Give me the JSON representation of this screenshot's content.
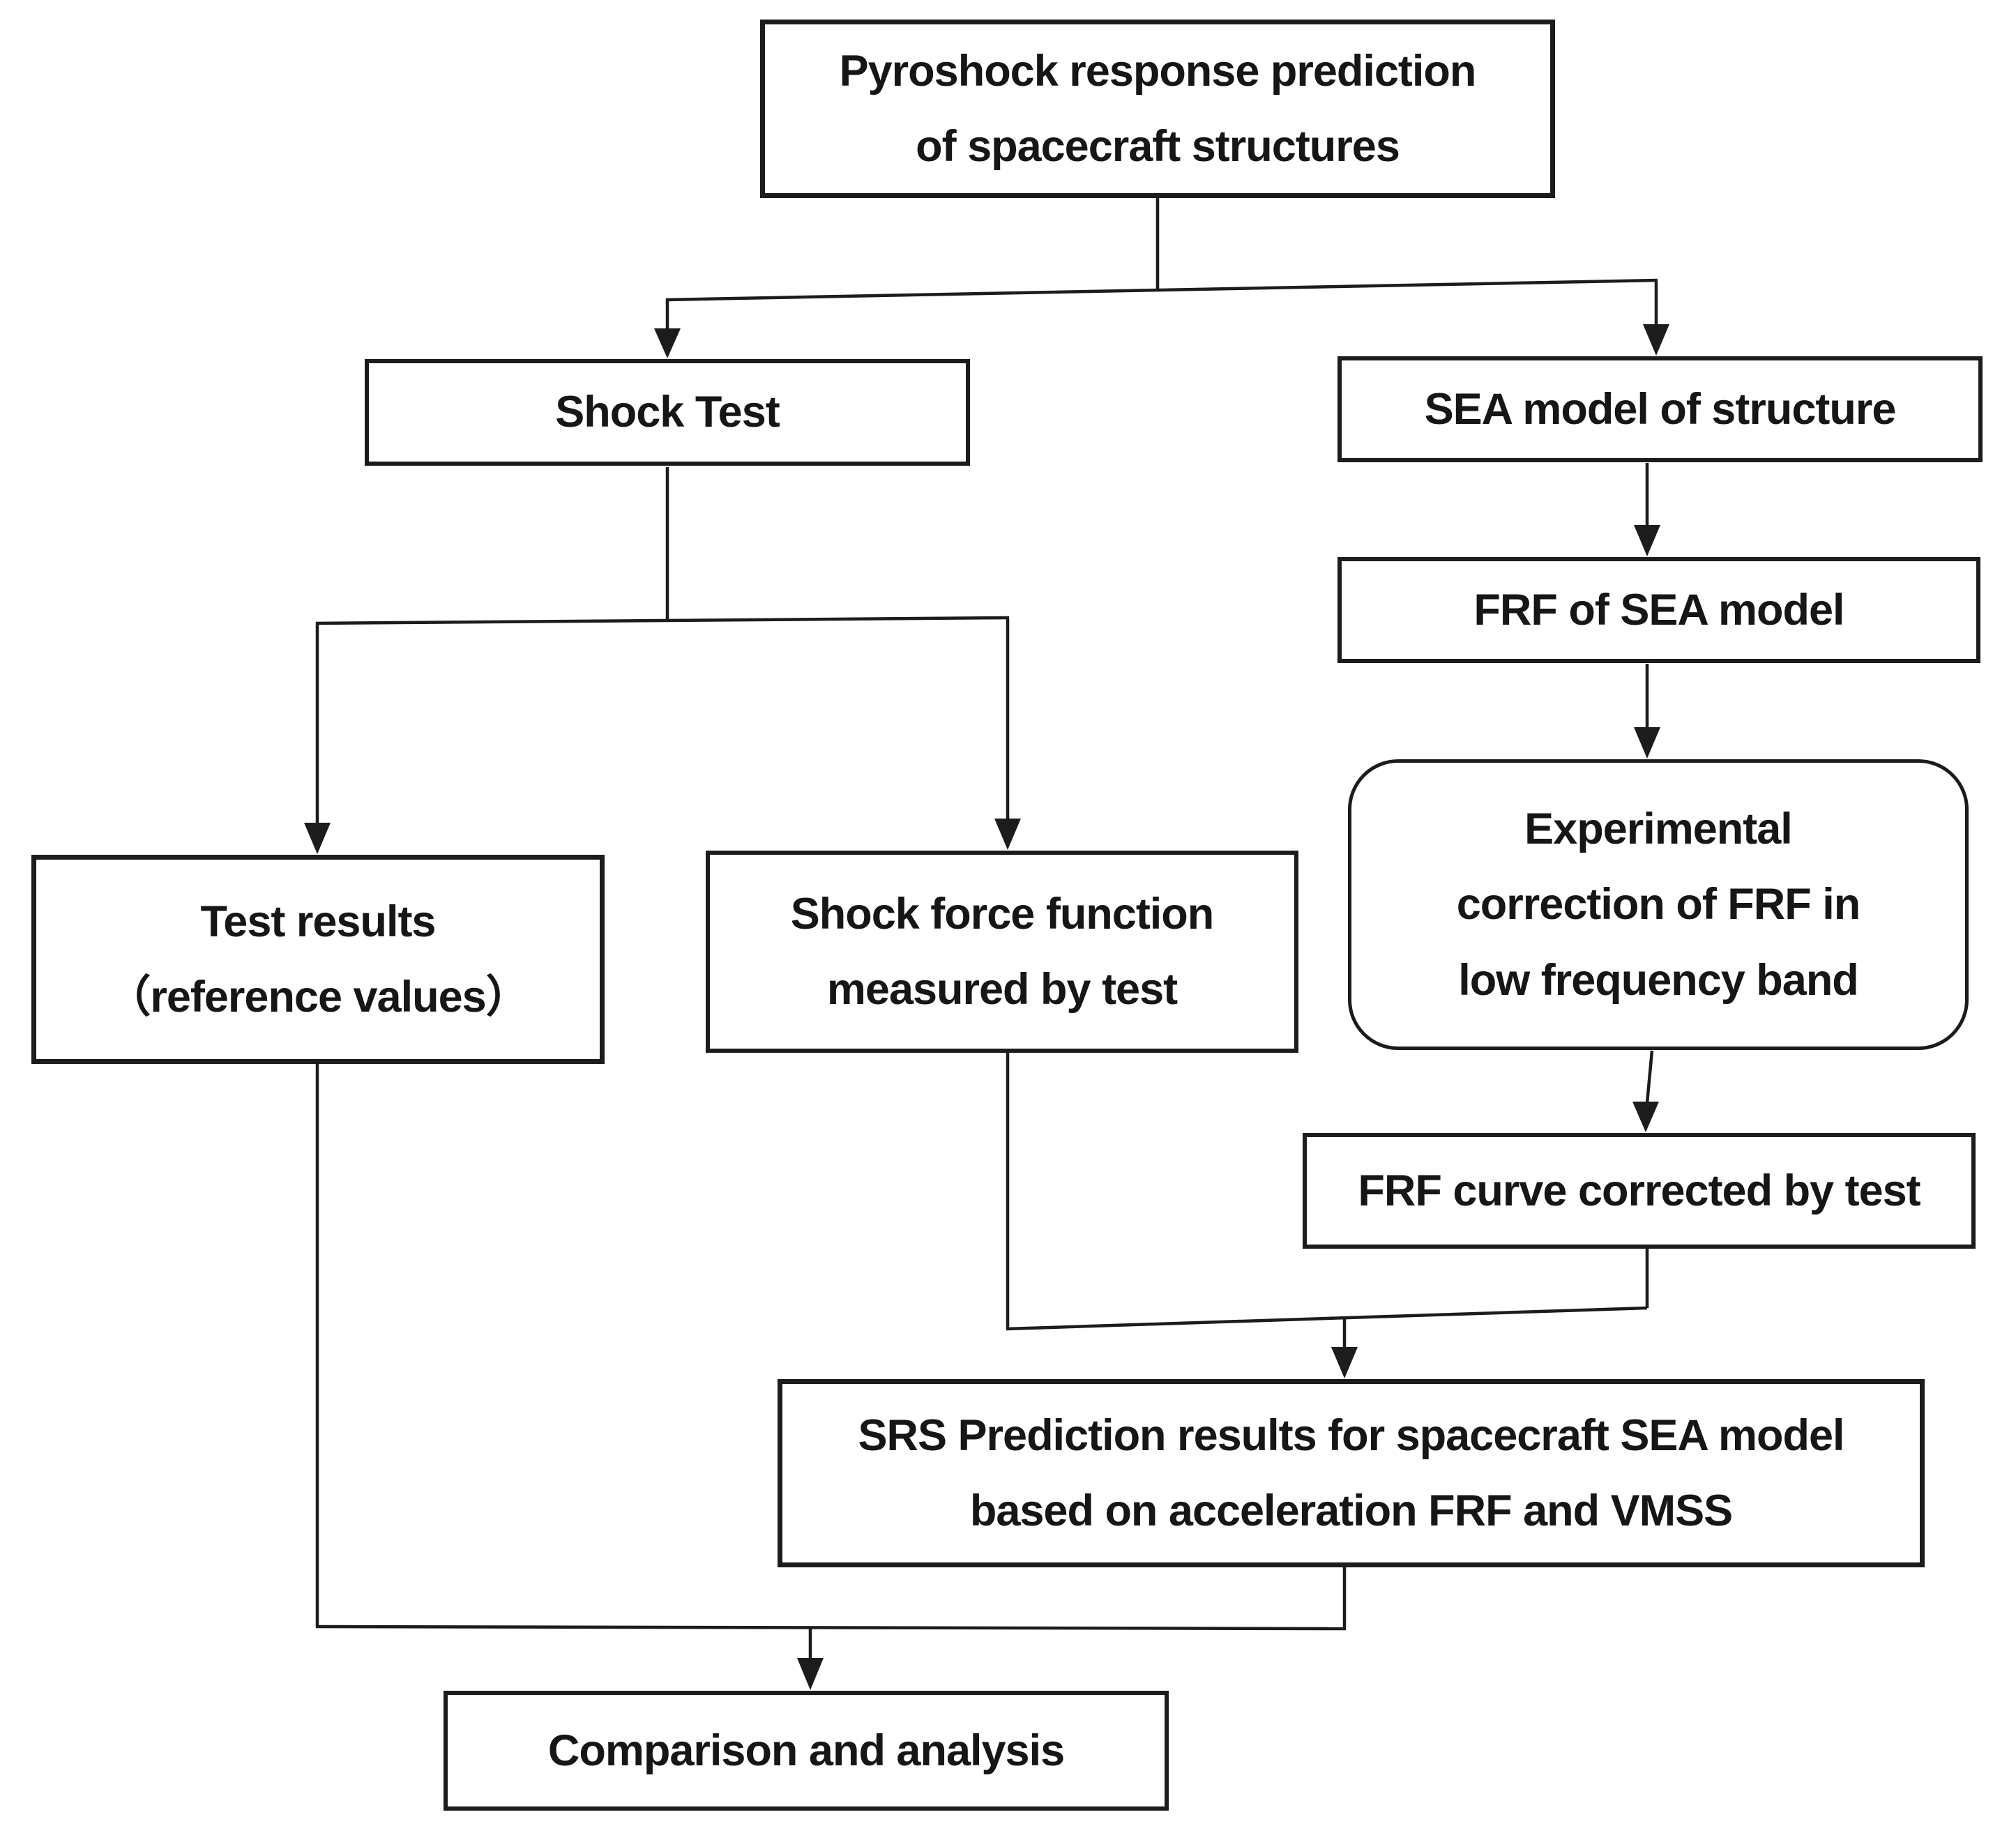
{
  "figure": {
    "type": "flowchart",
    "background_color": "#ffffff",
    "line_color": "#1c1c1c",
    "text_color": "#161616"
  },
  "nodes": {
    "root": {
      "label": "Pyroshock response prediction\nof spacecraft structures",
      "shape": "rect"
    },
    "shock_test": {
      "label": "Shock Test",
      "shape": "rect"
    },
    "sea_model": {
      "label": "SEA model of structure",
      "shape": "rect"
    },
    "frf_sea_model": {
      "label": "FRF of SEA model",
      "shape": "rect"
    },
    "exp_correction": {
      "label": "Experimental\ncorrection of FRF in\nlow frequency band",
      "shape": "rounded"
    },
    "frf_curve": {
      "label": "FRF curve corrected by test",
      "shape": "rect"
    },
    "test_results": {
      "label": "Test results\n（reference values）",
      "shape": "rect"
    },
    "shock_force": {
      "label": "Shock force function\nmeasured by test",
      "shape": "rect"
    },
    "srs_prediction": {
      "label": "SRS Prediction results for spacecraft SEA model\nbased on acceleration FRF and VMSS",
      "shape": "rect"
    },
    "comparison": {
      "label": "Comparison and analysis",
      "shape": "rect"
    }
  },
  "edges": [
    {
      "from": "root",
      "to": "shock_test"
    },
    {
      "from": "root",
      "to": "sea_model"
    },
    {
      "from": "sea_model",
      "to": "frf_sea_model"
    },
    {
      "from": "frf_sea_model",
      "to": "exp_correction"
    },
    {
      "from": "exp_correction",
      "to": "frf_curve"
    },
    {
      "from": "shock_test",
      "to": "test_results"
    },
    {
      "from": "shock_test",
      "to": "shock_force"
    },
    {
      "from": "shock_force",
      "to": "srs_prediction"
    },
    {
      "from": "frf_curve",
      "to": "srs_prediction"
    },
    {
      "from": "test_results",
      "to": "comparison"
    },
    {
      "from": "srs_prediction",
      "to": "comparison"
    }
  ]
}
